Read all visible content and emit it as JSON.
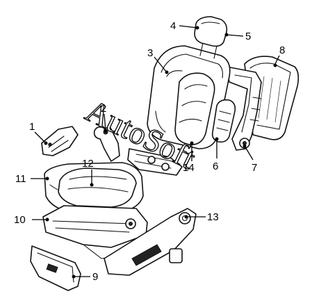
{
  "diagram": {
    "watermark": "AutoSoft",
    "callouts": [
      {
        "id": "1",
        "label": "1"
      },
      {
        "id": "2",
        "label": "2"
      },
      {
        "id": "3",
        "label": "3"
      },
      {
        "id": "4",
        "label": "4"
      },
      {
        "id": "5",
        "label": "5"
      },
      {
        "id": "6",
        "label": "6"
      },
      {
        "id": "7",
        "label": "7"
      },
      {
        "id": "8",
        "label": "8"
      },
      {
        "id": "9",
        "label": "9"
      },
      {
        "id": "10",
        "label": "10"
      },
      {
        "id": "11",
        "label": "11"
      },
      {
        "id": "12",
        "label": "12"
      },
      {
        "id": "13",
        "label": "13"
      },
      {
        "id": "14",
        "label": "14"
      }
    ]
  }
}
